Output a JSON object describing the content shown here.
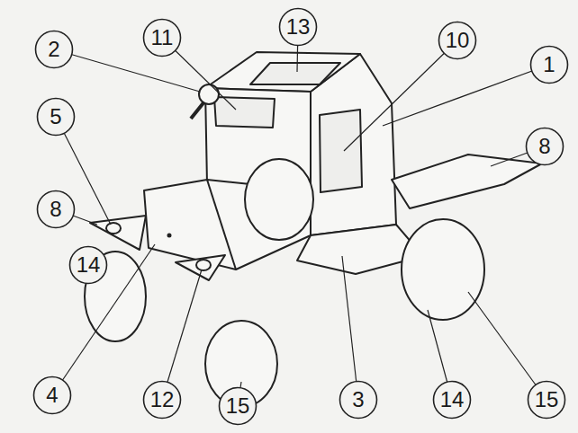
{
  "diagram": {
    "nodes": [
      {
        "text": [
          "2"
        ]
      },
      {
        "text": [
          "11"
        ]
      },
      {
        "text": [
          "13"
        ]
      },
      {
        "text": [
          "10"
        ]
      },
      {
        "text": [
          "1"
        ]
      },
      {
        "text": [
          "5"
        ]
      },
      {
        "text": [
          "8"
        ]
      },
      {
        "text": [
          "8"
        ]
      },
      {
        "text": [
          "14"
        ]
      },
      {
        "text": [
          "4"
        ]
      },
      {
        "text": [
          "12"
        ]
      },
      {
        "text": [
          "15"
        ]
      },
      {
        "text": [
          "3"
        ]
      },
      {
        "text": [
          "14"
        ]
      },
      {
        "text": [
          "15"
        ]
      }
    ]
  }
}
